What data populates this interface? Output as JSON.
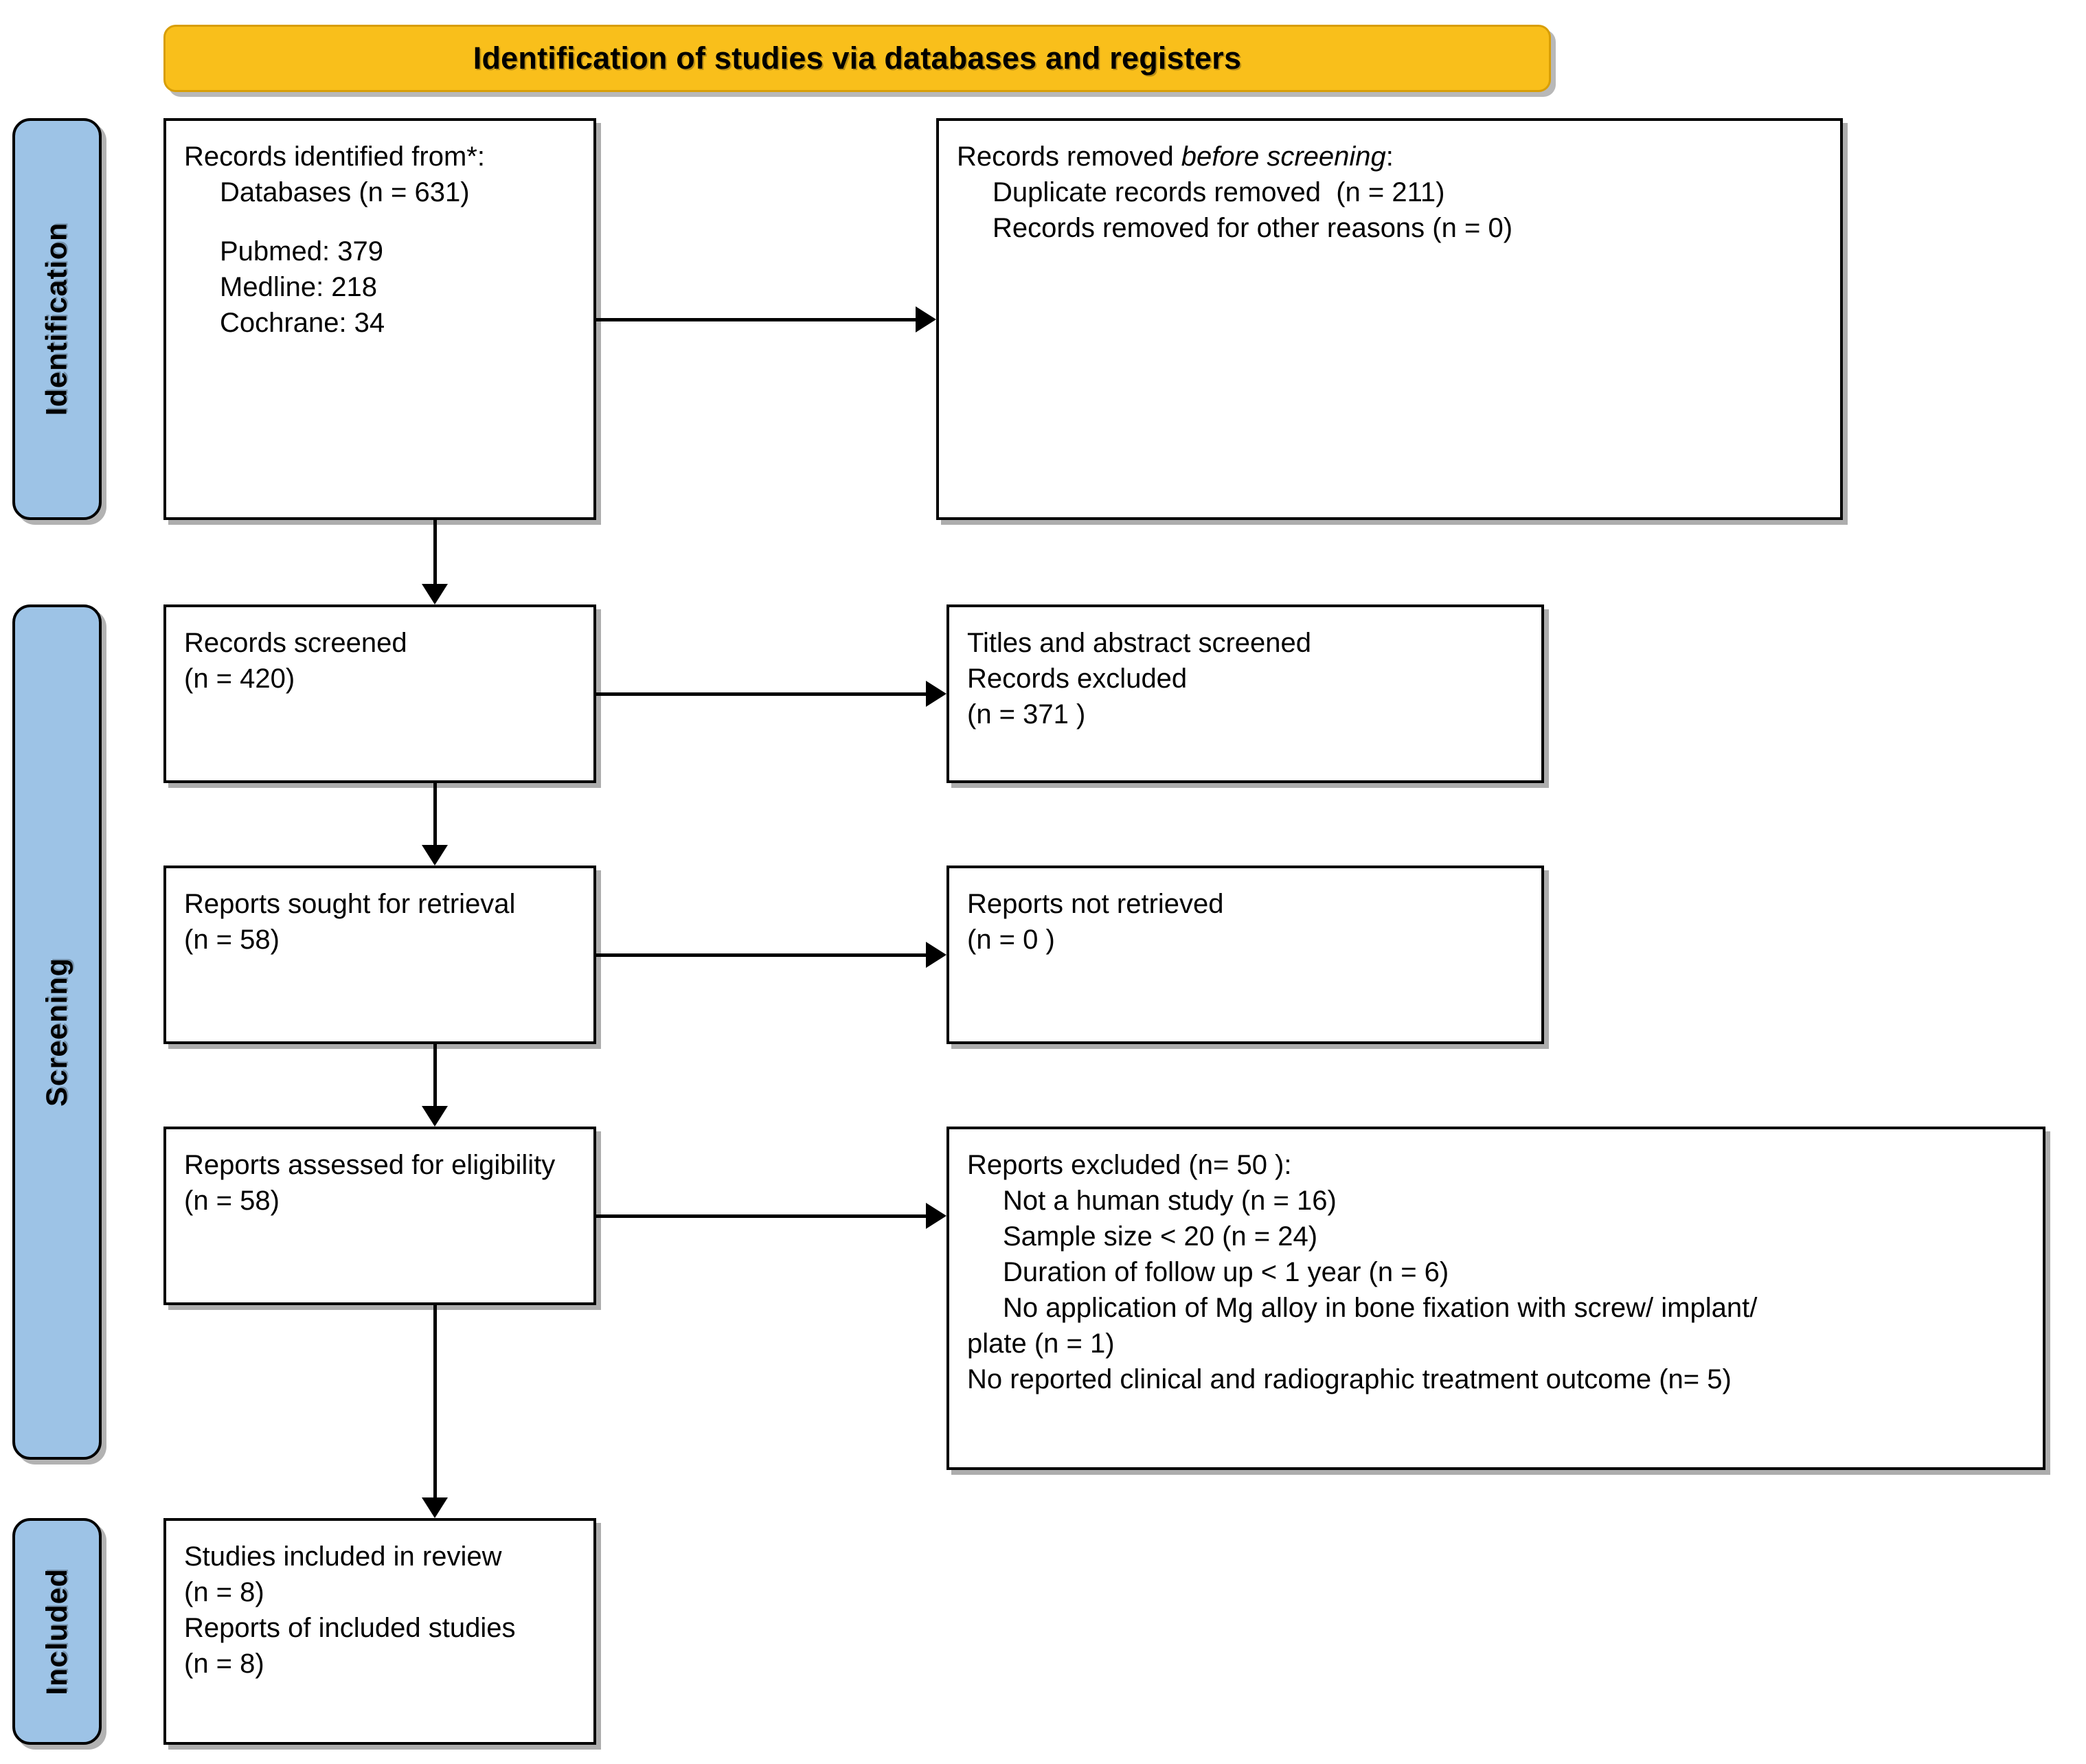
{
  "diagram": {
    "type": "prisma-flow-diagram",
    "header": {
      "title": "Identification of studies via databases and registers",
      "bg_color": "#f9bf1b",
      "border_color": "#d89e07"
    },
    "stage_label_color": "#9dc3e6",
    "stages": [
      {
        "id": "identification",
        "label": "Identification"
      },
      {
        "id": "screening",
        "label": "Screening"
      },
      {
        "id": "included",
        "label": "Included"
      }
    ],
    "boxes": {
      "identified": {
        "lines": [
          {
            "text": "Records identified from*:",
            "indent": 0
          },
          {
            "text": "Databases (n = 631)",
            "indent": 1
          },
          {
            "text": "",
            "indent": 0,
            "spacer": true
          },
          {
            "text": "Pubmed: 379",
            "indent": 1
          },
          {
            "text": "Medline: 218",
            "indent": 1
          },
          {
            "text": "Cochrane: 34",
            "indent": 1
          }
        ]
      },
      "removed_before": {
        "lines": [
          {
            "text": "Records removed ",
            "italic_text": "before screening",
            "tail": ":",
            "indent": 0
          },
          {
            "text": "Duplicate records removed  (n = 211)",
            "indent": 1
          },
          {
            "text": "Records removed for other reasons (n = 0)",
            "indent": 1
          }
        ]
      },
      "screened": {
        "lines": [
          {
            "text": "Records screened",
            "indent": 0
          },
          {
            "text": "(n = 420)",
            "indent": 0
          }
        ]
      },
      "titles_excluded": {
        "lines": [
          {
            "text": "Titles and abstract screened",
            "indent": 0
          },
          {
            "text": "Records excluded",
            "indent": 0
          },
          {
            "text": "(n = 371 )",
            "indent": 0
          }
        ]
      },
      "sought": {
        "lines": [
          {
            "text": "Reports sought for retrieval",
            "indent": 0
          },
          {
            "text": "(n = 58)",
            "indent": 0
          }
        ]
      },
      "not_retrieved": {
        "lines": [
          {
            "text": "Reports not retrieved",
            "indent": 0
          },
          {
            "text": "(n = 0 )",
            "indent": 0
          }
        ]
      },
      "assessed": {
        "lines": [
          {
            "text": "Reports assessed for eligibility",
            "indent": 0
          },
          {
            "text": "(n = 58)",
            "indent": 0
          }
        ]
      },
      "reports_excluded": {
        "lines": [
          {
            "text": "Reports excluded (n= 50 ):",
            "indent": 0
          },
          {
            "text": "Not a human study (n = 16)",
            "indent": 1
          },
          {
            "text": "Sample size < 20 (n = 24)",
            "indent": 1
          },
          {
            "text": "Duration of follow up < 1 year (n = 6)",
            "indent": 1
          },
          {
            "text": "No application of Mg alloy in bone fixation with screw/ implant/",
            "indent": 1
          },
          {
            "text": "plate (n = 1)",
            "indent": 0
          },
          {
            "text": "No reported clinical and radiographic treatment outcome (n= 5)",
            "indent": 0
          }
        ]
      },
      "included": {
        "lines": [
          {
            "text": "Studies included in review",
            "indent": 0
          },
          {
            "text": "(n = 8)",
            "indent": 0
          },
          {
            "text": "Reports of included studies",
            "indent": 0
          },
          {
            "text": "(n = 8)",
            "indent": 0
          }
        ]
      }
    },
    "counts": {
      "databases_total": 631,
      "pubmed": 379,
      "medline": 218,
      "cochrane": 34,
      "duplicates_removed": 211,
      "removed_other_reasons": 0,
      "records_screened": 420,
      "records_excluded": 371,
      "reports_sought": 58,
      "reports_not_retrieved": 0,
      "reports_assessed": 58,
      "reports_excluded_total": 50,
      "excl_not_human": 16,
      "excl_sample_size": 24,
      "excl_follow_up": 6,
      "excl_no_mg_application": 1,
      "excl_no_outcome": 5,
      "studies_included": 8,
      "reports_of_included_studies": 8
    }
  }
}
